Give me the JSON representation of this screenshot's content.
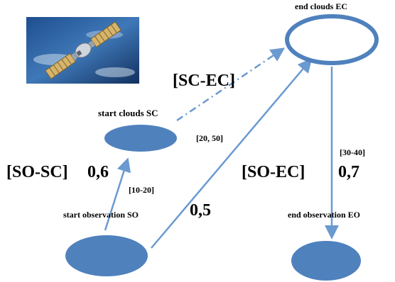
{
  "image": {
    "icon": "satellite-photo-icon"
  },
  "nodes": {
    "start_clouds": {
      "label": "start clouds SC",
      "color": "#4f81bd"
    },
    "end_clouds": {
      "label": "end clouds   EC",
      "color": "#4f81bd"
    },
    "start_observation": {
      "label": "start observation  SO"
    },
    "end_observation": {
      "label": "end observation EO"
    }
  },
  "edges": {
    "sc_ec": {
      "label": "[SC-EC]"
    },
    "so_sc": {
      "label": "[SO-SC]",
      "weight": "0,6"
    },
    "so_ec": {
      "label": "[SO-EC]",
      "weight": "0,5",
      "weight_ec": "0,7"
    },
    "ranges": {
      "sc": "[20, 50]",
      "so_sc": "[10-20]",
      "ec_eo": "[30-40]"
    }
  },
  "colors": {
    "arrow": "#6a9ad0",
    "node": "#4f81bd",
    "ring": "#4f81bd"
  }
}
